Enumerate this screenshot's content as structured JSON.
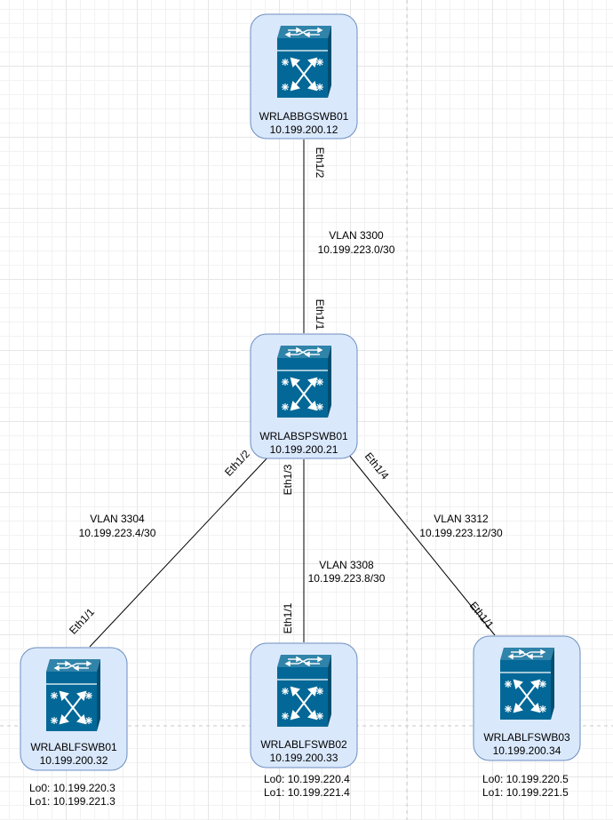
{
  "colors": {
    "node_fill": "#dae8fc",
    "node_stroke": "#6c8ebf",
    "switch_body": "#036897",
    "switch_mark": "#ffffff",
    "link": "#000000"
  },
  "nodes": {
    "bg": {
      "name": "WRLABBGSWB01",
      "ip": "10.199.200.12",
      "icon": "layer3-switch-icon"
    },
    "sp": {
      "name": "WRLABSPSWB01",
      "ip": "10.199.200.21",
      "icon": "layer3-switch-icon"
    },
    "lf1": {
      "name": "WRLABLFSWB01",
      "ip": "10.199.200.32",
      "icon": "layer3-switch-icon",
      "lo0": "Lo0: 10.199.220.3",
      "lo1": "Lo1: 10.199.221.3"
    },
    "lf2": {
      "name": "WRLABLFSWB02",
      "ip": "10.199.200.33",
      "icon": "layer3-switch-icon",
      "lo0": "Lo0: 10.199.220.4",
      "lo1": "Lo1: 10.199.221.4"
    },
    "lf3": {
      "name": "WRLABLFSWB03",
      "ip": "10.199.200.34",
      "icon": "layer3-switch-icon",
      "lo0": "Lo0: 10.199.220.5",
      "lo1": "Lo1: 10.199.221.5"
    }
  },
  "links": {
    "bg_sp": {
      "vlan": "VLAN 3300",
      "subnet": "10.199.223.0/30",
      "port_a": "Eth1/2",
      "port_b": "Eth1/1"
    },
    "sp_lf1": {
      "vlan": "VLAN 3304",
      "subnet": "10.199.223.4/30",
      "port_a": "Eth1/2",
      "port_b": "Eth1/1"
    },
    "sp_lf2": {
      "vlan": "VLAN 3308",
      "subnet": "10.199.223.8/30",
      "port_a": "Eth1/3",
      "port_b": "Eth1/1"
    },
    "sp_lf3": {
      "vlan": "VLAN 3312",
      "subnet": "10.199.223.12/30",
      "port_a": "Eth1/4",
      "port_b": "Eth1/1"
    }
  }
}
